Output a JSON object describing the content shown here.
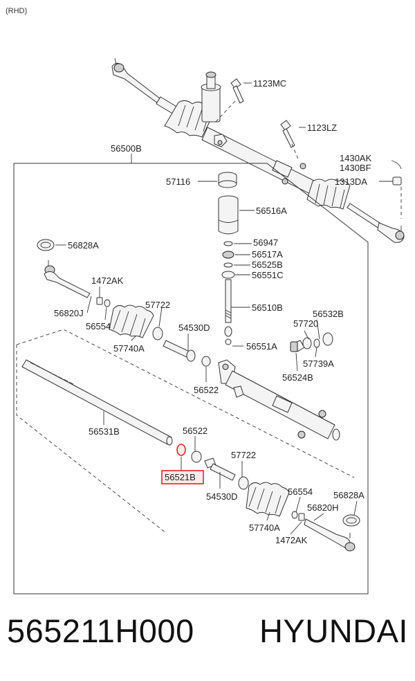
{
  "header": {
    "variant": "(RHD)"
  },
  "assembly": {
    "label": "56500B"
  },
  "callouts": {
    "c1123MC": "1123MC",
    "c1123LZ": "1123LZ",
    "c1430AK": "1430AK",
    "c1430BF": "1430BF",
    "c1313DA": "1313DA",
    "c57116": "57116",
    "c56516A": "56516A",
    "c56828A_l": "56828A",
    "c56947": "56947",
    "c56517A": "56517A",
    "c56525B": "56525B",
    "c56551C": "56551C",
    "c1472AK_l": "1472AK",
    "c56820J": "56820J",
    "c57722_l": "57722",
    "c56510B": "56510B",
    "c56554_l": "56554",
    "c54530D_l": "54530D",
    "c56532B": "56532B",
    "c57720": "57720",
    "c57740A_l": "57740A",
    "c56551A": "56551A",
    "c57739A": "57739A",
    "c56524B": "56524B",
    "c56522_l": "56522",
    "c56531B": "56531B",
    "c56522_r": "56522",
    "c57722_r": "57722",
    "c56521B": "56521B",
    "c54530D_r": "54530D",
    "c56554_r": "56554",
    "c56828A_r": "56828A",
    "c56820H": "56820H",
    "c57740A_r": "57740A",
    "c1472AK_r": "1472AK"
  },
  "highlight": {
    "part": "56521B",
    "color": "#e0242b"
  },
  "footer": {
    "part_number": "565211H000",
    "brand": "HYUNDAI"
  }
}
